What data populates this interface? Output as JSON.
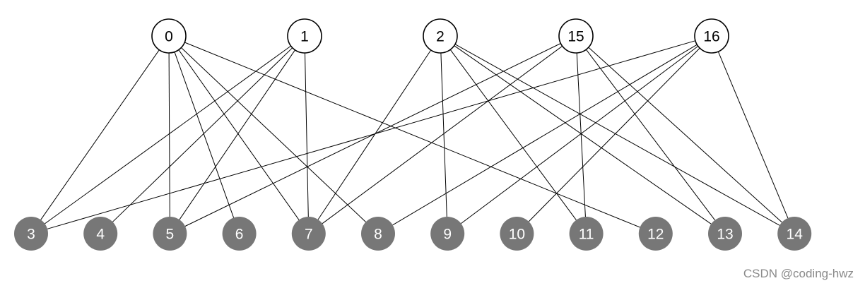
{
  "colors": {
    "top_fill": "#ffffff",
    "bottom_fill": "#777777",
    "edge": "#000000"
  },
  "top_nodes": [
    "0",
    "1",
    "2",
    "15",
    "16"
  ],
  "bottom_nodes": [
    "3",
    "4",
    "5",
    "6",
    "7",
    "8",
    "9",
    "10",
    "11",
    "12",
    "13",
    "14"
  ],
  "edges": [
    [
      "0",
      "3"
    ],
    [
      "0",
      "5"
    ],
    [
      "0",
      "6"
    ],
    [
      "0",
      "7"
    ],
    [
      "0",
      "8"
    ],
    [
      "0",
      "12"
    ],
    [
      "1",
      "3"
    ],
    [
      "1",
      "4"
    ],
    [
      "1",
      "5"
    ],
    [
      "1",
      "7"
    ],
    [
      "2",
      "7"
    ],
    [
      "2",
      "9"
    ],
    [
      "2",
      "11"
    ],
    [
      "2",
      "13"
    ],
    [
      "2",
      "14"
    ],
    [
      "15",
      "5"
    ],
    [
      "15",
      "7"
    ],
    [
      "15",
      "11"
    ],
    [
      "15",
      "13"
    ],
    [
      "15",
      "14"
    ],
    [
      "16",
      "3"
    ],
    [
      "16",
      "8"
    ],
    [
      "16",
      "9"
    ],
    [
      "16",
      "10"
    ],
    [
      "16",
      "14"
    ]
  ],
  "watermark": "CSDN @coding-hwz"
}
